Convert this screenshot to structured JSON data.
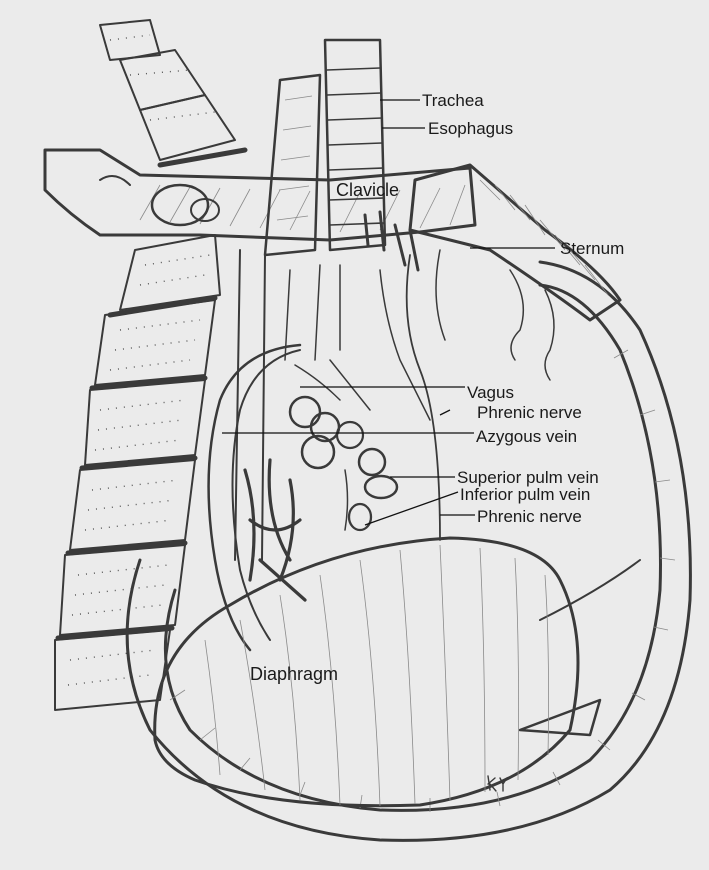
{
  "labels": {
    "trachea": "Trachea",
    "esophagus": "Esophagus",
    "clavicle": "Clavicle",
    "sternum": "Sternum",
    "vagus": "Vagus",
    "phrenic_nerve_upper": "Phrenic nerve",
    "azygous_vein": "Azygous vein",
    "superior_pulm_vein": "Superior pulm vein",
    "inferior_pulm_vein": "Inferior pulm vein",
    "phrenic_nerve_lower": "Phrenic nerve",
    "diaphragm": "Diaphragm"
  },
  "signature": "KY",
  "colors": {
    "paper": "#ebebeb",
    "pencil": "#3a3a3a",
    "text": "#1a1a1a"
  }
}
